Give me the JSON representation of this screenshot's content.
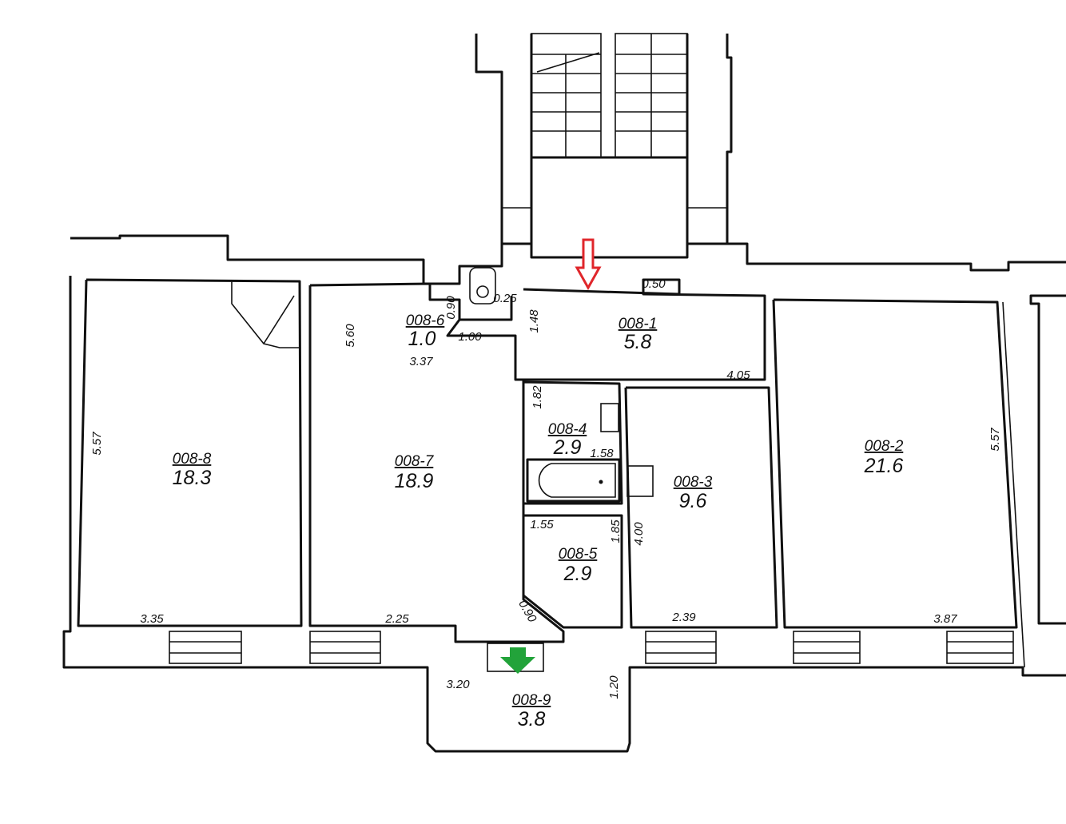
{
  "rooms": {
    "r8": {
      "code": "008-8",
      "area": "18.3"
    },
    "r7": {
      "code": "008-7",
      "area": "18.9"
    },
    "r6": {
      "code": "008-6",
      "area": "1.0"
    },
    "r1": {
      "code": "008-1",
      "area": "5.8"
    },
    "r4": {
      "code": "008-4",
      "area": "2.9"
    },
    "r5": {
      "code": "008-5",
      "area": "2.9"
    },
    "r3": {
      "code": "008-3",
      "area": "9.6"
    },
    "r2": {
      "code": "008-2",
      "area": "21.6"
    },
    "r9": {
      "code": "008-9",
      "area": "3.8"
    }
  },
  "dimensions": {
    "r8_height": "5.57",
    "r8_width": "3.35",
    "r7_height": "5.60",
    "r7_width": "2.25",
    "r7_depth": "3.37",
    "r6_height": "0.90",
    "r6_width": "1.00",
    "niche": "0.25",
    "r1_height": "1.48",
    "r1_niche": "0.50",
    "r1_width": "4.05",
    "r4_height": "1.82",
    "r4_width": "1.58",
    "r5_width": "1.55",
    "r5_height": "1.85",
    "r5_diag": "0.90",
    "r3_height": "4.00",
    "r3_width": "2.39",
    "r2_height": "5.57",
    "r2_width": "3.87",
    "r9_width": "3.20",
    "r9_depth": "1.20"
  },
  "markers": {
    "entrance_color": "#e0262b",
    "exit_color": "#22a33a"
  }
}
